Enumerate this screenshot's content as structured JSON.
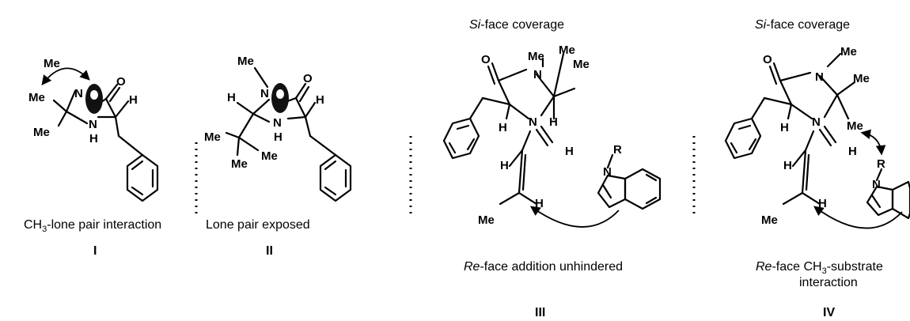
{
  "panels": [
    {
      "id": "I",
      "atoms": {
        "me_top": "Me",
        "me_left": "Me",
        "n_top": "N",
        "n_bottom": "N",
        "n_bottom_h": "H",
        "o": "O",
        "h": "H",
        "me_bottom": "Me"
      },
      "caption": {
        "main": "CH",
        "sub": "3",
        "rest": "-lone pair interaction"
      },
      "numeral": "I"
    },
    {
      "id": "II",
      "atoms": {
        "me_top": "Me",
        "h_left": "H",
        "n_top": "N",
        "n_bottom": "N",
        "n_bottom_h": "H",
        "o": "O",
        "h": "H",
        "me_left": "Me",
        "me_bottom_left": "Me",
        "me_bottom_right": "Me"
      },
      "caption": {
        "main": "Lone pair exposed"
      },
      "numeral": "II"
    },
    {
      "id": "III",
      "header": {
        "italic": "Si",
        "rest": "-face coverage"
      },
      "atoms": {
        "o": "O",
        "me1": "Me",
        "me2": "Me",
        "me3": "Me",
        "n_ring": "N",
        "n_imine": "N",
        "h_alpha": "H",
        "h_ring": "H",
        "h_imine": "H",
        "h_vinyl1": "H",
        "h_vinyl2": "H",
        "me_vinyl": "Me",
        "r": "R",
        "n_indole": "N"
      },
      "caption": {
        "italic": "Re",
        "rest": "-face addition unhindered"
      },
      "numeral": "III"
    },
    {
      "id": "IV",
      "header": {
        "italic": "Si",
        "rest": "-face coverage"
      },
      "atoms": {
        "o": "O",
        "me1": "Me",
        "me2": "Me",
        "me3": "Me",
        "n_ring": "N",
        "n_imine": "N",
        "h_alpha": "H",
        "h_imine": "H",
        "h_vinyl1": "H",
        "h_vinyl2": "H",
        "me_vinyl": "Me",
        "r": "R",
        "n_indole": "N"
      },
      "caption": {
        "italic": "Re",
        "rest": "-face CH",
        "sub": "3",
        "rest2": "-substrate",
        "line2": "interaction"
      },
      "numeral": "IV"
    }
  ]
}
